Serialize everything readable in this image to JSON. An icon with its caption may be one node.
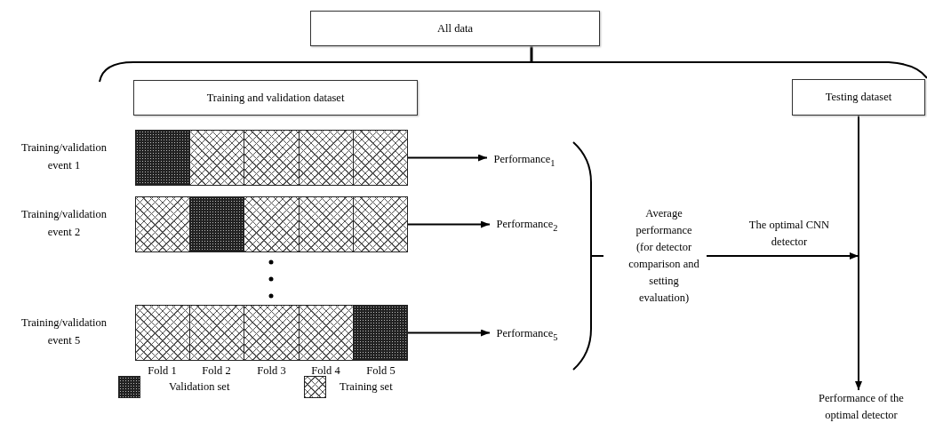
{
  "diagram": {
    "nodes": [
      {
        "text": [
          "All data"
        ]
      },
      {
        "text": [
          "Training and validation dataset"
        ]
      },
      {
        "text": [
          "Testing dataset"
        ]
      },
      {
        "text": [],
        "shape": "bar",
        "beside": [
          "Training/validation event 1"
        ]
      },
      {
        "text": [],
        "shape": "bar",
        "beside": [
          "Training/validation event 2"
        ]
      },
      {
        "text": [],
        "shape": "bar",
        "beside": [
          "Training/validation event 5"
        ]
      },
      {
        "text": [
          "Performance$_{1}$"
        ]
      },
      {
        "text": [
          "Performance$_{2}$"
        ]
      },
      {
        "text": [
          "Performance$_{5}$"
        ]
      },
      {
        "text": [
          "Average performance (for detector comparison and setting evaluation)"
        ]
      },
      {
        "text": [
          "Performance of the optimal detector"
        ]
      }
    ],
    "edges": [
      {
        "from": 3,
        "to": 6,
        "arrow": "to"
      },
      {
        "from": 4,
        "to": 7,
        "arrow": "to"
      },
      {
        "from": 5,
        "to": 8,
        "arrow": "to"
      },
      {
        "from": 9,
        "to": null,
        "arrow": "to",
        "label": "The optimal CNN detector"
      },
      {
        "from": 2,
        "to": 10,
        "arrow": "to"
      }
    ],
    "labels": [
      "Fold 1",
      "Fold 2",
      "Fold 3",
      "Fold 4",
      "Fold 5"
    ],
    "legend": [
      {
        "text": "Validation set"
      },
      {
        "text": "Training set"
      }
    ]
  }
}
